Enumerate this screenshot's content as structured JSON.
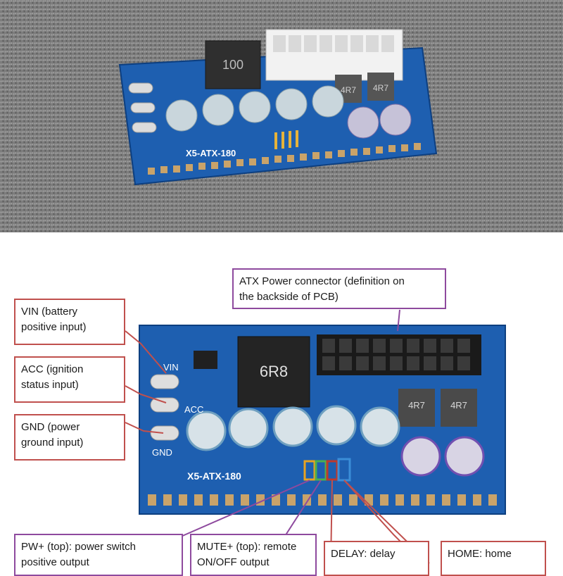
{
  "board": {
    "model_label": "X5-ATX-180",
    "inductor_top_label": "100",
    "inductor_bottom_label": "6R8",
    "small_inductor_label": "4R7",
    "silk_vin": "VIN",
    "silk_acc": "ACC",
    "silk_gnd": "GND"
  },
  "callouts": {
    "atx": "ATX Power connector (definition on\nthe backside of PCB)",
    "vin": "VIN (battery\npositive input)",
    "acc": "ACC (ignition\nstatus input)",
    "gnd": "GND (power\nground input)",
    "pw": "PW+ (top): power switch\npositive output",
    "mute": "MUTE+ (top): remote\nON/OFF output",
    "delay": "DELAY: delay",
    "home": "HOME: home"
  },
  "colors": {
    "pcb": "#1e5fb0",
    "callout_red": "#c0504d",
    "callout_purple": "#8e4a9e",
    "carpet": "#7a7a7a"
  }
}
